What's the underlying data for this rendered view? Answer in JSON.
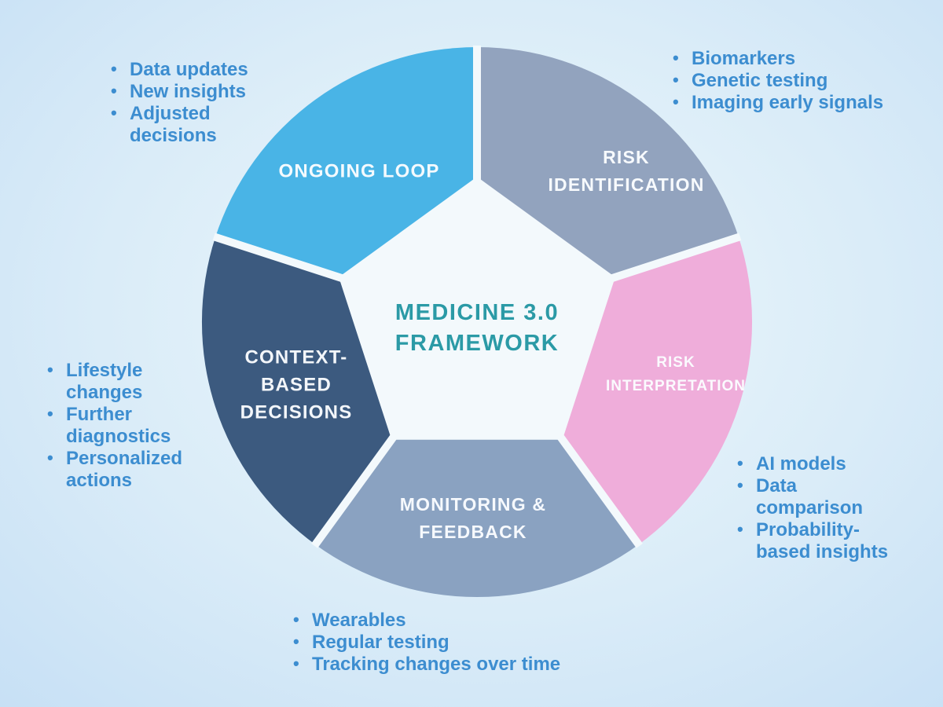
{
  "diagram": {
    "type": "cycle",
    "center_title": "MEDICINE 3.0\nFRAMEWORK"
  },
  "colors": {
    "title_text": "#2b9aa6",
    "bullet_text": "#3c8dd0",
    "segment_label_text": "#fbfdff",
    "divider_gap": "#f3f9fc",
    "center_fill": "#f3f9fc",
    "background_center": "#eef8fc",
    "background_edge": "#c7e0f5"
  },
  "segments": [
    {
      "id": "ongoing-loop",
      "label": "ONGOING LOOP",
      "color": "#49b4e6"
    },
    {
      "id": "risk-identification",
      "label": "RISK\nIDENTIFICATION",
      "color": "#92a3be"
    },
    {
      "id": "risk-interpretation",
      "label": "RISK\nINTERPRETATION",
      "color": "#efadda"
    },
    {
      "id": "monitoring-feedback",
      "label": "MONITORING &\nFEEDBACK",
      "color": "#8aa2c1"
    },
    {
      "id": "context-based-decisions",
      "label": "CONTEXT-\nBASED\nDECISIONS",
      "color": "#3c5a7f"
    }
  ],
  "annotations": [
    {
      "for": "ongoing-loop",
      "items": [
        "Data updates",
        "New insights",
        "Adjusted\ndecisions"
      ]
    },
    {
      "for": "risk-identification",
      "items": [
        "Biomarkers",
        "Genetic testing",
        "Imaging early signals"
      ]
    },
    {
      "for": "risk-interpretation",
      "items": [
        "AI models",
        "Data\ncomparison",
        "Probability-\nbased insights"
      ]
    },
    {
      "for": "monitoring-feedback",
      "items": [
        "Wearables",
        "Regular testing",
        "Tracking changes over time"
      ]
    },
    {
      "for": "context-based-decisions",
      "items": [
        "Lifestyle\nchanges",
        "Further\ndiagnostics",
        "Personalized\nactions"
      ]
    }
  ]
}
